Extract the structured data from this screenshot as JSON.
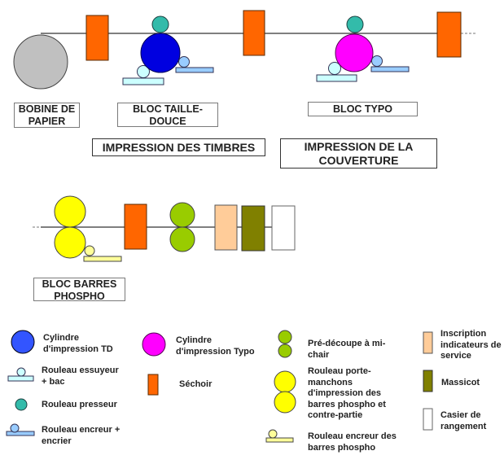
{
  "labels": {
    "bobine": "BOBINE DE PAPIER",
    "bloc_td": "BLOC TAILLE-DOUCE",
    "bloc_typo": "BLOC TYPO",
    "impression_timbres": "IMPRESSION DES TIMBRES",
    "impression_couverture": "IMPRESSION DE LA COUVERTURE",
    "bloc_phospho": "BLOC BARRES PHOSPHO"
  },
  "legend": {
    "cyl_td": "Cylindre d'impression TD",
    "essuyeur": "Rouleau essuyeur + bac",
    "presseur": "Rouleau presseur",
    "encreur": "Rouleau encreur + encrier",
    "cyl_typo": "Cylindre d'impression Typo",
    "sechoir": "Séchoir",
    "predecoupe": "Pré-découpe à mi-chair",
    "porte_manchons": "Rouleau porte-manchons d'impression des barres phospho et contre-partie",
    "encreur_phospho": "Rouleau encreur des barres phospho",
    "inscription": "Inscription indicateurs de service",
    "massicot": "Massicot",
    "casier": "Casier de rangement"
  },
  "colors": {
    "bobine": "#c0c0c0",
    "sechoir": "#ff6600",
    "cyl_td": "#0000e0",
    "cyl_typo": "#ff00ff",
    "presseur": "#33cccc",
    "essuyeur": "#ccffff",
    "encreur": "#99ccff",
    "phospho": "#ffff00",
    "encreur_phospho": "#ffff99",
    "predecoupe": "#99cc00",
    "inscription": "#ffcc99",
    "massicot": "#808000",
    "casier": "#ffffff"
  }
}
